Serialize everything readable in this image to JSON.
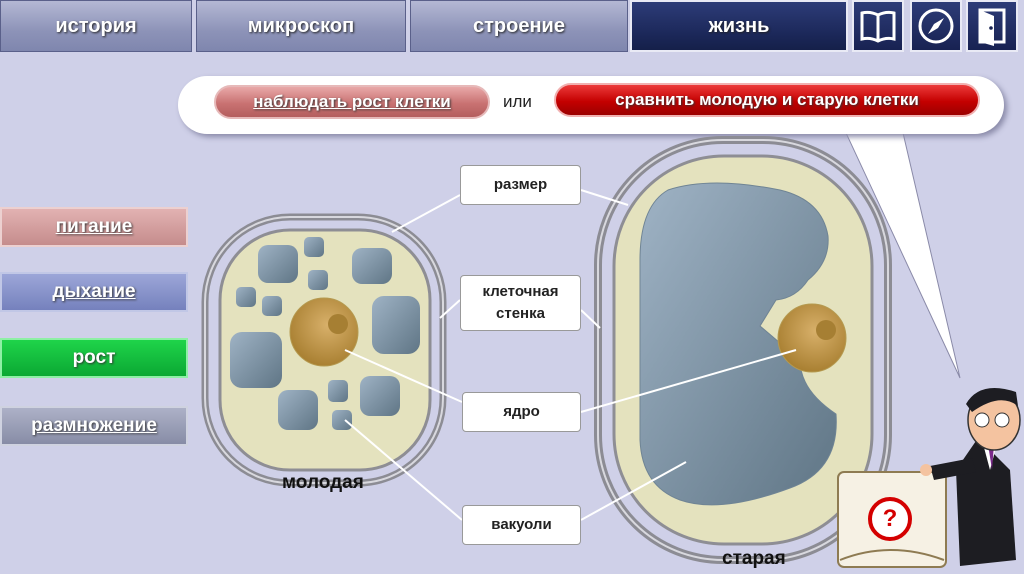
{
  "nav": {
    "tabs": [
      {
        "label": "история"
      },
      {
        "label": "микроскоп"
      },
      {
        "label": "строение"
      },
      {
        "label": "жизнь"
      }
    ],
    "icons": [
      "book-icon",
      "compass-icon",
      "exit-door-icon"
    ]
  },
  "question": {
    "option_a": "наблюдать рост клетки",
    "separator": "или",
    "option_b": "сравнить молодую и старую  клетки"
  },
  "sidebar": {
    "items": [
      {
        "label": "питание"
      },
      {
        "label": "дыхание"
      },
      {
        "label": "рост"
      },
      {
        "label": "размножение"
      }
    ]
  },
  "labels": {
    "size": "размер",
    "cell_wall_line1": "клеточная",
    "cell_wall_line2": "стенка",
    "nucleus": "ядро",
    "vacuoles": "вакуоли"
  },
  "captions": {
    "young": "молодая",
    "old": "старая"
  },
  "help_button": {
    "glyph": "?"
  },
  "colors": {
    "active_tab": "#1b2758",
    "selected_side": "#0ba833",
    "compare_button": "#c40000",
    "background": "#cfd0e8"
  }
}
